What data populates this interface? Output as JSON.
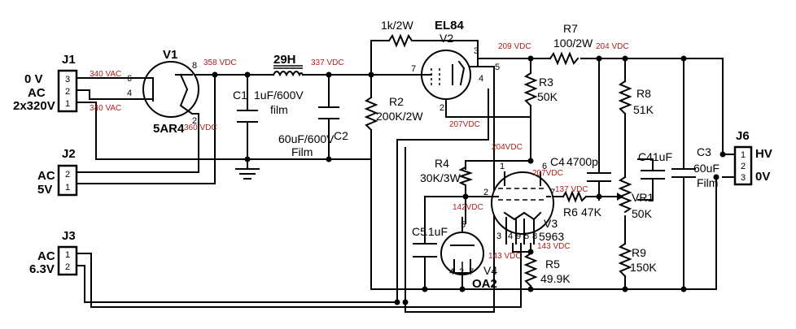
{
  "connectors": {
    "j1": {
      "name": "J1",
      "pins": [
        "3",
        "2",
        "1"
      ],
      "labels": [
        "0 V",
        "AC",
        "2x320V"
      ]
    },
    "j2": {
      "name": "J2",
      "pins": [
        "2",
        "1"
      ],
      "labels": [
        "AC",
        "5V"
      ]
    },
    "j3": {
      "name": "J3",
      "pins": [
        "1",
        "2"
      ],
      "labels": [
        "AC",
        "6.3V"
      ]
    },
    "j6": {
      "name": "J6",
      "pins": [
        "1",
        "2",
        "3"
      ],
      "labels": [
        "HV",
        "0V"
      ]
    }
  },
  "tubes": {
    "v1": {
      "name": "V1",
      "type": "5AR4",
      "pins": [
        "8",
        "6",
        "4",
        "2"
      ]
    },
    "v2": {
      "name": "EL84",
      "ref": "V2",
      "pins": [
        "3",
        "7",
        "5",
        "4",
        "2"
      ]
    },
    "v3": {
      "name": "V3",
      "type": "5963",
      "pins": [
        "1",
        "6",
        "2",
        "7",
        "3",
        "4",
        "9",
        "5",
        "8"
      ]
    },
    "v4": {
      "name": "V4",
      "type": "OA2",
      "pins": [
        "5",
        "4",
        "2",
        "7"
      ]
    }
  },
  "components": {
    "choke": "29H",
    "c1": {
      "ref": "C1",
      "value": "1uF/600V",
      "note": "film"
    },
    "c2": {
      "ref": "C2",
      "value": "60uF/600V",
      "note": "Film"
    },
    "r2": {
      "ref": "R2",
      "value": "200K/2W"
    },
    "r_grid": "1k/2W",
    "r7": {
      "ref": "R7",
      "value": "100/2W"
    },
    "r3": {
      "ref": "R3",
      "value": "50K"
    },
    "r8": {
      "ref": "R8",
      "value": "51K"
    },
    "r4": {
      "ref": "R4",
      "value": "30K/3W"
    },
    "c4": {
      "ref": "C4",
      "value": "4700p"
    },
    "r6": {
      "ref": "R6",
      "value": "47K"
    },
    "vr1": {
      "ref": "VR1",
      "value": "50K"
    },
    "c4b": {
      "ref": "C4",
      "value": ".1uF"
    },
    "c3": {
      "ref": "C3",
      "value": "60uF",
      "note": "Film"
    },
    "c5": {
      "ref": "C5",
      "value": ".1uF"
    },
    "r5": {
      "ref": "R5",
      "value": "49.9K"
    },
    "r9": {
      "ref": "R9",
      "value": "150K"
    }
  },
  "voltages": {
    "v340a": "340 VAC",
    "v340b": "340 VAC",
    "v358": "358 VDC",
    "v360": "360 VDC",
    "v337": "337 VDC",
    "v209": "209 VDC",
    "v204": "204 VDC",
    "v207a": "207VDC",
    "v204b": "204VDC",
    "v207b": "207VDC",
    "v137": "137 VDC",
    "v142": "142VDC",
    "v143a": "143 VDC",
    "v143b": "143 VDC"
  },
  "colors": {
    "wire": "#000000",
    "voltage": "#b0201a",
    "background": "#ffffff"
  }
}
